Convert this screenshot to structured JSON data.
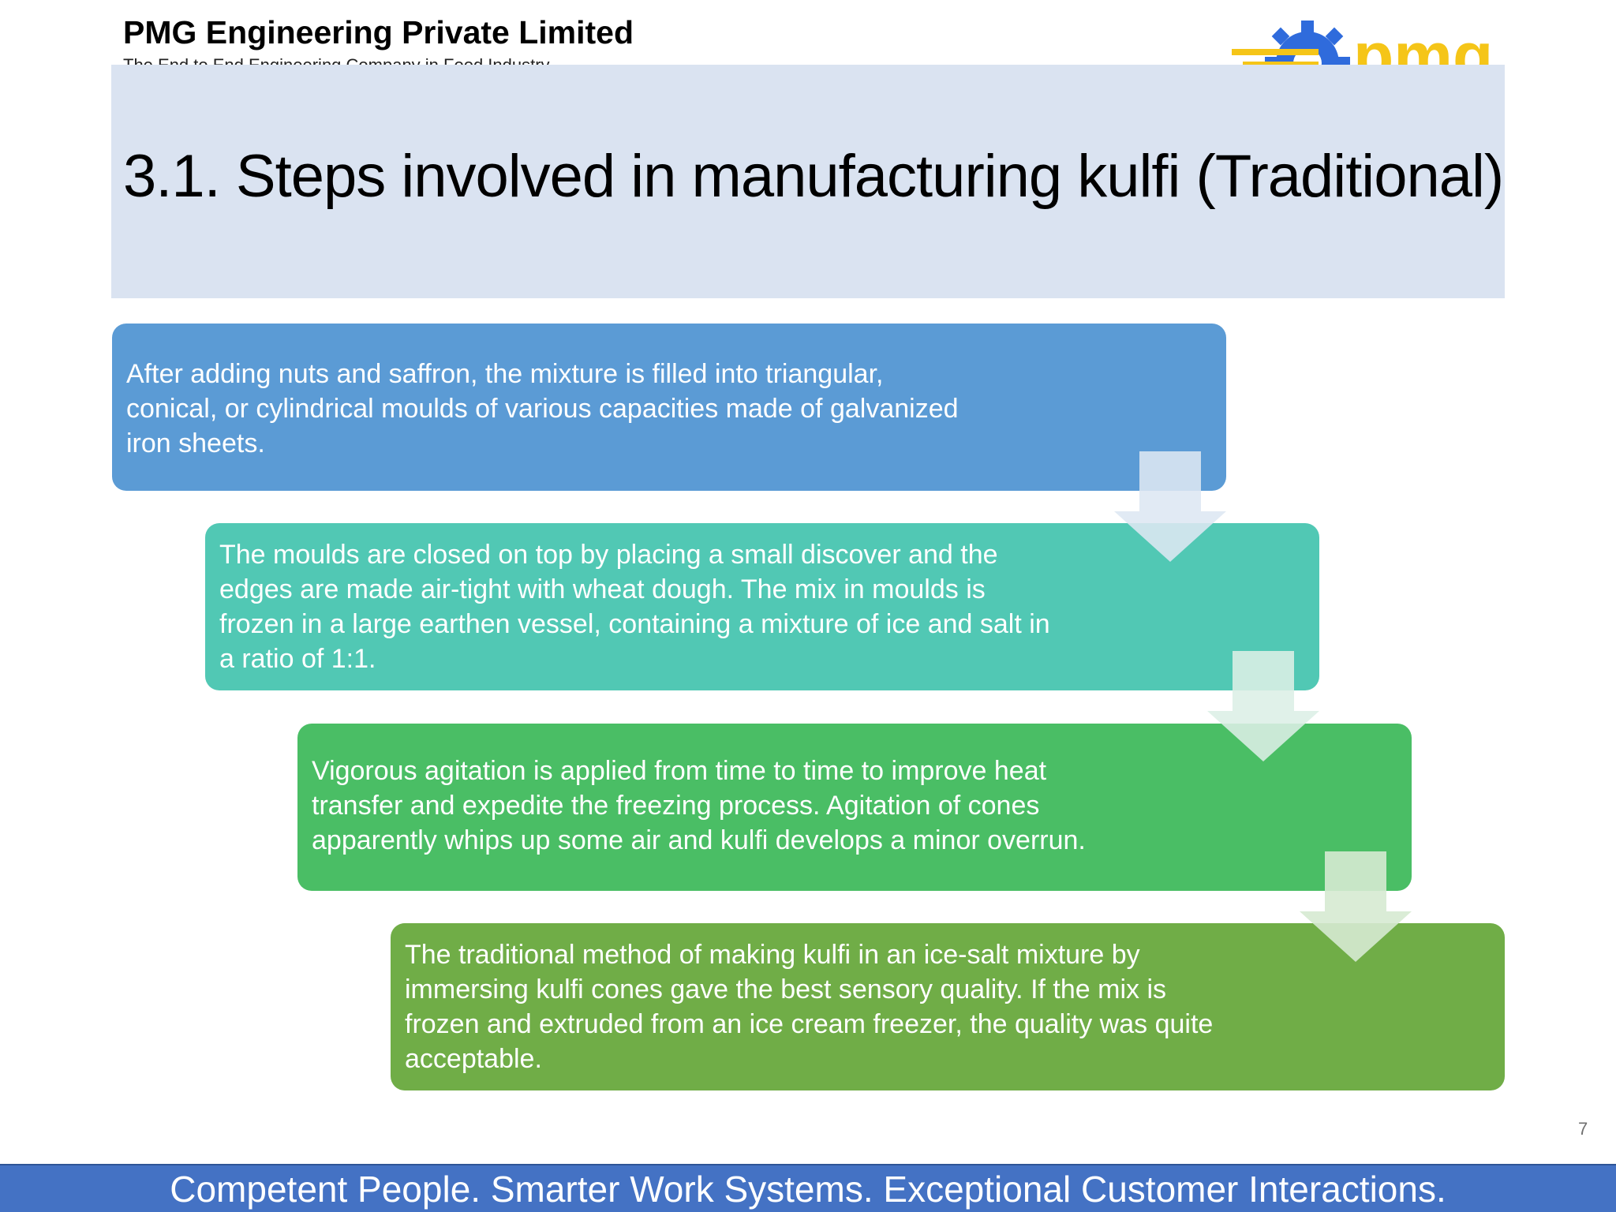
{
  "header": {
    "company_name": "PMG Engineering Private Limited",
    "tagline": "The End to End Engineering Company in Food Industry",
    "logo_text": "pmg",
    "logo_icon": "gear-icon"
  },
  "title": {
    "text": "3.1. Steps involved in manufacturing kulfi (Traditional)"
  },
  "steps": [
    {
      "lines": [
        "After adding nuts and saffron, the mixture is filled into triangular,",
        "conical, or cylindrical moulds of various capacities made of galvanized",
        "iron sheets."
      ],
      "color": "#5b9bd5"
    },
    {
      "lines": [
        "The moulds are closed on top by placing a small discover and the",
        "edges are made air-tight with wheat dough. The mix in moulds is",
        "frozen in a large earthen vessel, containing a mixture of ice and salt in",
        "a ratio of 1:1."
      ],
      "color": "#51c8b4"
    },
    {
      "lines": [
        "Vigorous agitation is applied from time to time to improve heat",
        "transfer and expedite the freezing process. Agitation of cones",
        "apparently whips up some air and kulfi develops a minor overrun."
      ],
      "color": "#4abe65"
    },
    {
      "lines": [
        "The traditional method of making kulfi in an ice-salt mixture by",
        "immersing kulfi cones gave the best sensory quality. If the mix is",
        "frozen and extruded from an ice cream freezer, the quality was quite",
        "acceptable."
      ],
      "color": "#70ad47"
    }
  ],
  "page_number": "7",
  "footer": {
    "text": "Competent People. Smarter Work Systems. Exceptional Customer Interactions."
  },
  "colors": {
    "title_band": "#dae3f1",
    "footer_bar": "#4472c4",
    "logo_blue": "#2f6bdc",
    "logo_yellow": "#f5c518"
  }
}
